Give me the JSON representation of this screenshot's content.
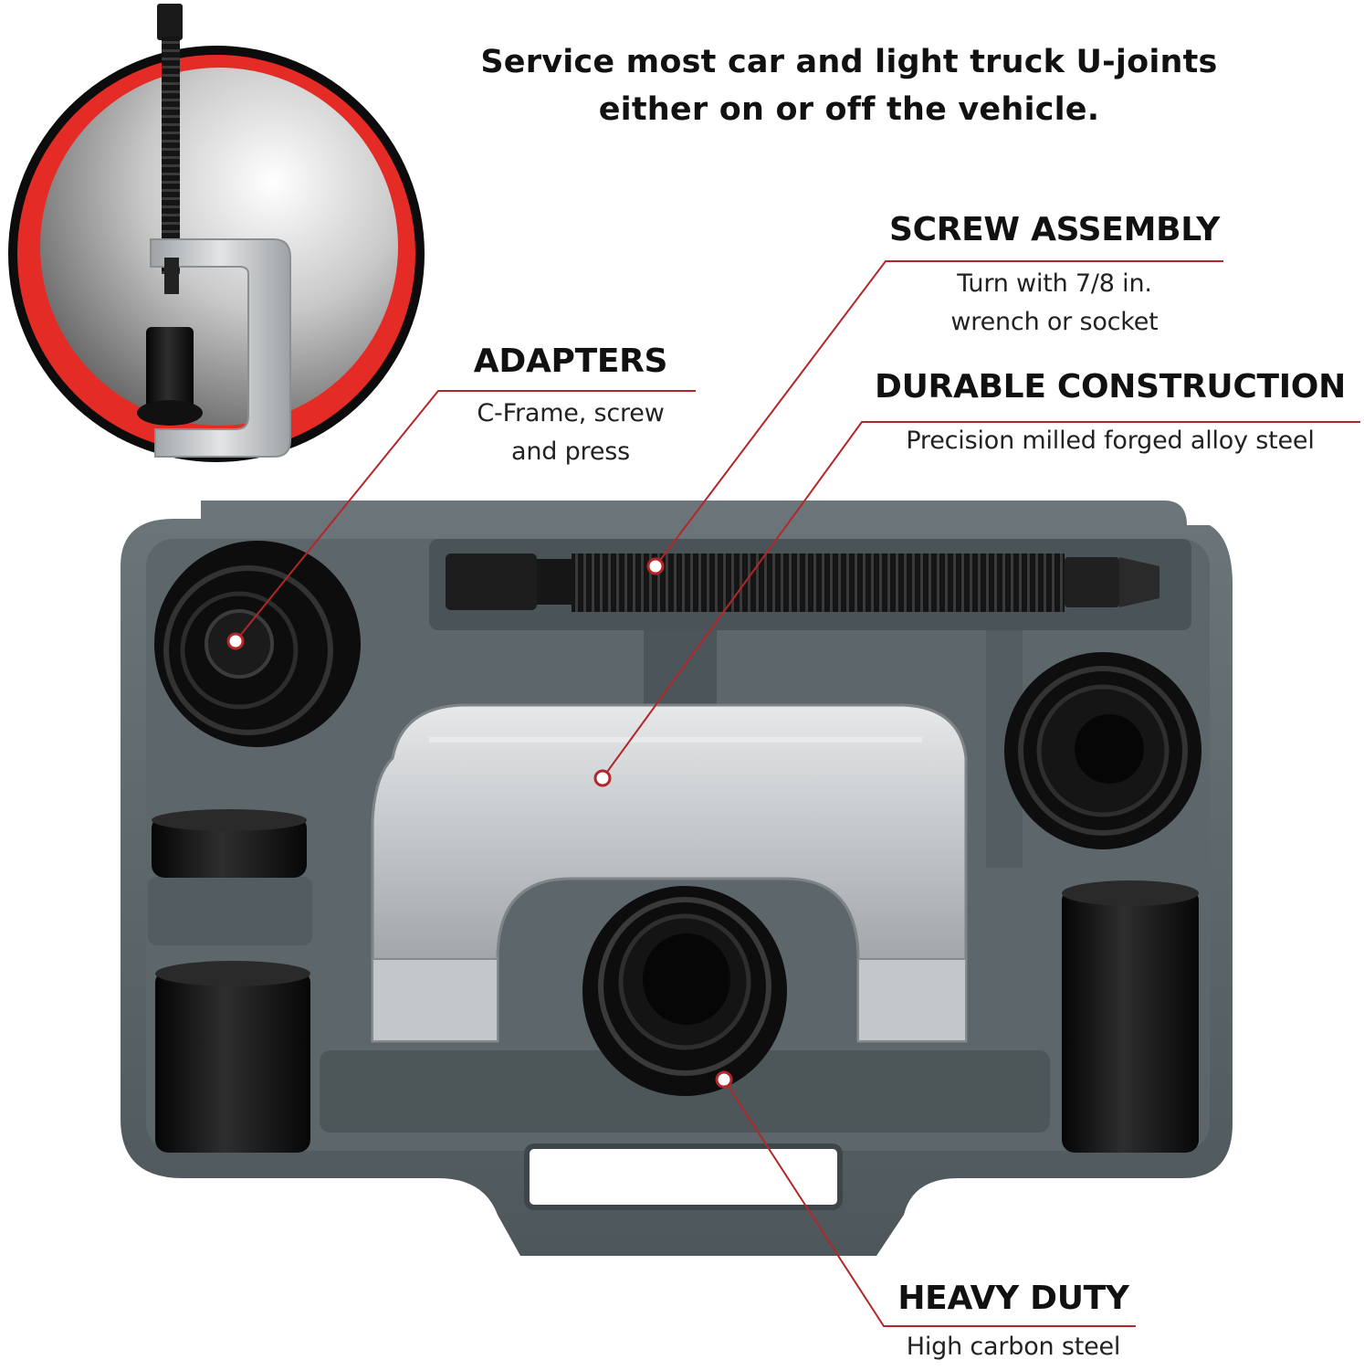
{
  "headline": {
    "line1": "Service most car and light truck U-joints",
    "line2": "either on or off the vehicle."
  },
  "callouts": {
    "screw_assembly": {
      "title": "SCREW ASSEMBLY",
      "line1": "Turn with 7/8 in.",
      "line2": "wrench or socket"
    },
    "adapters": {
      "title": "ADAPTERS",
      "line1": "C-Frame, screw",
      "line2": "and press"
    },
    "durable_construction": {
      "title": "DURABLE CONSTRUCTION",
      "line1": "Precision milled forged alloy steel"
    },
    "heavy_duty": {
      "title": "HEAVY DUTY",
      "line1": "High carbon steel"
    }
  },
  "colors": {
    "accent_red": "#b3262a",
    "badge_red": "#e52b25",
    "case_gray": "#5a6468",
    "steel_silver": "#c9cdcf",
    "tool_black": "#1a1a1a"
  }
}
